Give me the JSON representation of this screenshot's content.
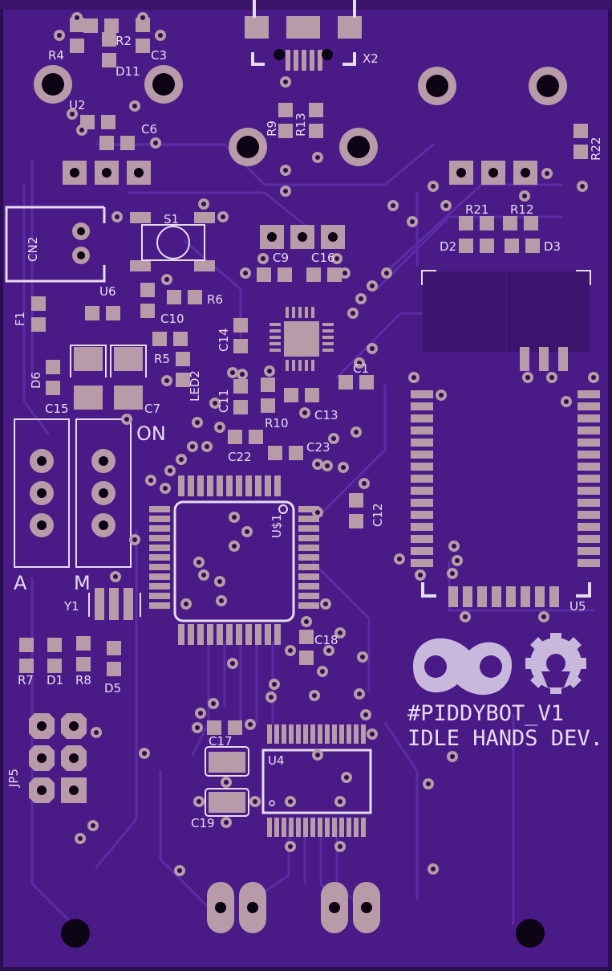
{
  "board": {
    "title_line1": "#PIDDYBOT_V1",
    "title_line2": "IDLE HANDS DEV.",
    "colors": {
      "substrate": "#4a1a87",
      "substrate_dark": "#3c1470",
      "trace": "#5a2aa0",
      "pad": "#b89aa8",
      "silkscreen": "#e6dcf0",
      "drill": "#0d0416"
    },
    "icons": [
      "ohm-logo-icon",
      "open-hardware-gear-icon"
    ]
  },
  "labels": {
    "R2": "R2",
    "R4": "R4",
    "C3": "C3",
    "D11": "D11",
    "U2": "U2",
    "C6": "C6",
    "X2": "X2",
    "R9": "R9",
    "R13": "R13",
    "R22": "R22",
    "R21": "R21",
    "R12": "R12",
    "D2": "D2",
    "D3": "D3",
    "CN2": "CN2",
    "S1": "S1",
    "C9": "C9",
    "C16": "C16",
    "U6": "U6",
    "R6": "R6",
    "F1": "F1",
    "C10": "C10",
    "C14": "C14",
    "R5": "R5",
    "D6": "D6",
    "LED2": "LED2",
    "C1": "C1",
    "C15": "C15",
    "C7": "C7",
    "C11": "C11",
    "R10": "R10",
    "C13": "C13",
    "ON": "ON",
    "C22": "C22",
    "C23": "C23",
    "U1": "U$1",
    "C12": "C12",
    "A": "A",
    "M": "M",
    "Y1": "Y1",
    "U5": "U5",
    "C18": "C18",
    "R7": "R7",
    "D1": "D1",
    "R8": "R8",
    "D5": "D5",
    "C17": "C17",
    "U4": "U4",
    "JP5": "JP5",
    "C19": "C19"
  }
}
